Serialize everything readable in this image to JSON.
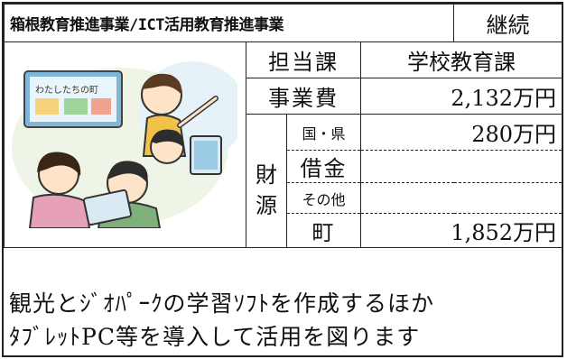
{
  "header": {
    "title": "箱根教育推進事業/ICT活用教育推進事業",
    "status": "継続"
  },
  "rows": {
    "department_label": "担当課",
    "department_value": "学校教育課",
    "cost_label": "事業費",
    "cost_value": "2,132万円"
  },
  "funding": {
    "group_label": "財源",
    "items": [
      {
        "label": "国・県",
        "value": "280万円"
      },
      {
        "label": "借金",
        "value": ""
      },
      {
        "label": "その他",
        "value": ""
      },
      {
        "label": "町",
        "value": "1,852万円"
      }
    ]
  },
  "illustration": {
    "board_text": "わたしたちの町",
    "description": "children using tablets in classroom"
  },
  "description": {
    "line1": "観光とｼﾞｵﾊﾟｰｸの学習ｿﾌﾄを作成するほか",
    "line2": "ﾀﾌﾞﾚｯﾄPC等を導入して活用を図ります"
  }
}
